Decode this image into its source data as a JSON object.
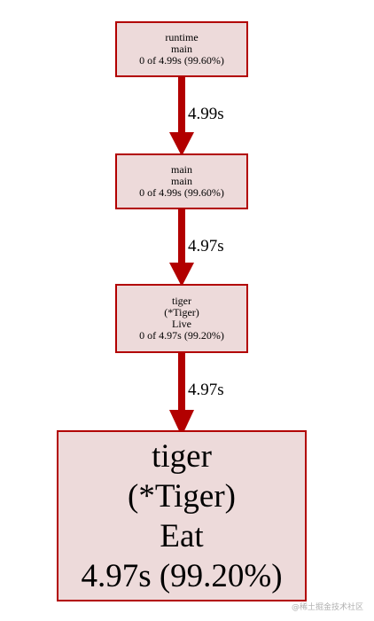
{
  "colors": {
    "node_fill": "#eddada",
    "node_stroke": "#b20000",
    "edge": "#b20000",
    "watermark": "#b0b0b0"
  },
  "nodes": [
    {
      "id": "runtime-main",
      "lines": [
        "runtime",
        "main",
        "0 of 4.99s (99.60%)"
      ]
    },
    {
      "id": "main-main",
      "lines": [
        "main",
        "main",
        "0 of 4.99s (99.60%)"
      ]
    },
    {
      "id": "tiger-live",
      "lines": [
        "tiger",
        "(*Tiger)",
        "Live",
        "0 of 4.97s (99.20%)"
      ]
    },
    {
      "id": "tiger-eat",
      "lines": [
        "tiger",
        "(*Tiger)",
        "Eat",
        "4.97s (99.20%)"
      ]
    }
  ],
  "edges": [
    {
      "from": "runtime-main",
      "to": "main-main",
      "label": "4.99s"
    },
    {
      "from": "main-main",
      "to": "tiger-live",
      "label": "4.97s"
    },
    {
      "from": "tiger-live",
      "to": "tiger-eat",
      "label": "4.97s"
    }
  ],
  "watermark": "@稀土掘金技术社区"
}
